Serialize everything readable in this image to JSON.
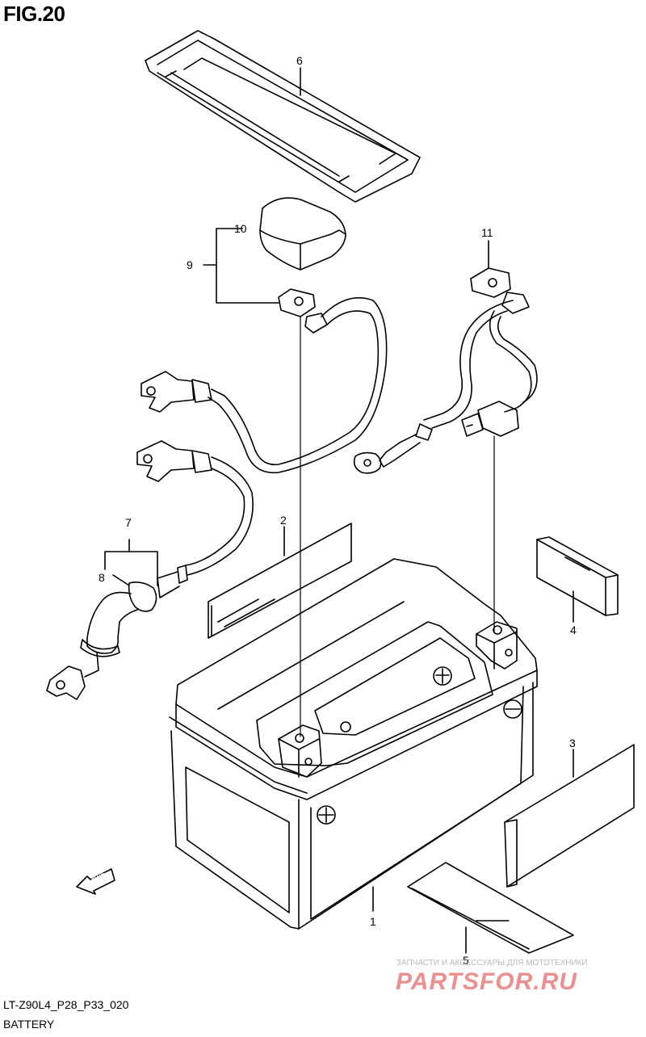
{
  "figure": {
    "title": "FIG.20"
  },
  "callouts": [
    {
      "id": "1",
      "label": "1"
    },
    {
      "id": "2",
      "label": "2"
    },
    {
      "id": "3",
      "label": "3"
    },
    {
      "id": "4",
      "label": "4"
    },
    {
      "id": "5",
      "label": "5"
    },
    {
      "id": "6",
      "label": "6"
    },
    {
      "id": "7",
      "label": "7"
    },
    {
      "id": "8",
      "label": "8"
    },
    {
      "id": "9",
      "label": "9"
    },
    {
      "id": "10",
      "label": "10"
    },
    {
      "id": "11",
      "label": "11"
    }
  ],
  "footer": {
    "code": "LT-Z90L4_P28_P33_020",
    "name": "BATTERY"
  },
  "watermark": {
    "subtitle": "ЗАПЧАСТИ И АКСЕССУАРЫ ДЛЯ МОТОТЕХНИКИ",
    "brand": "PARTSFOR.RU",
    "brand_color": "#ee8f8f"
  },
  "fwd_mark": "FWD"
}
